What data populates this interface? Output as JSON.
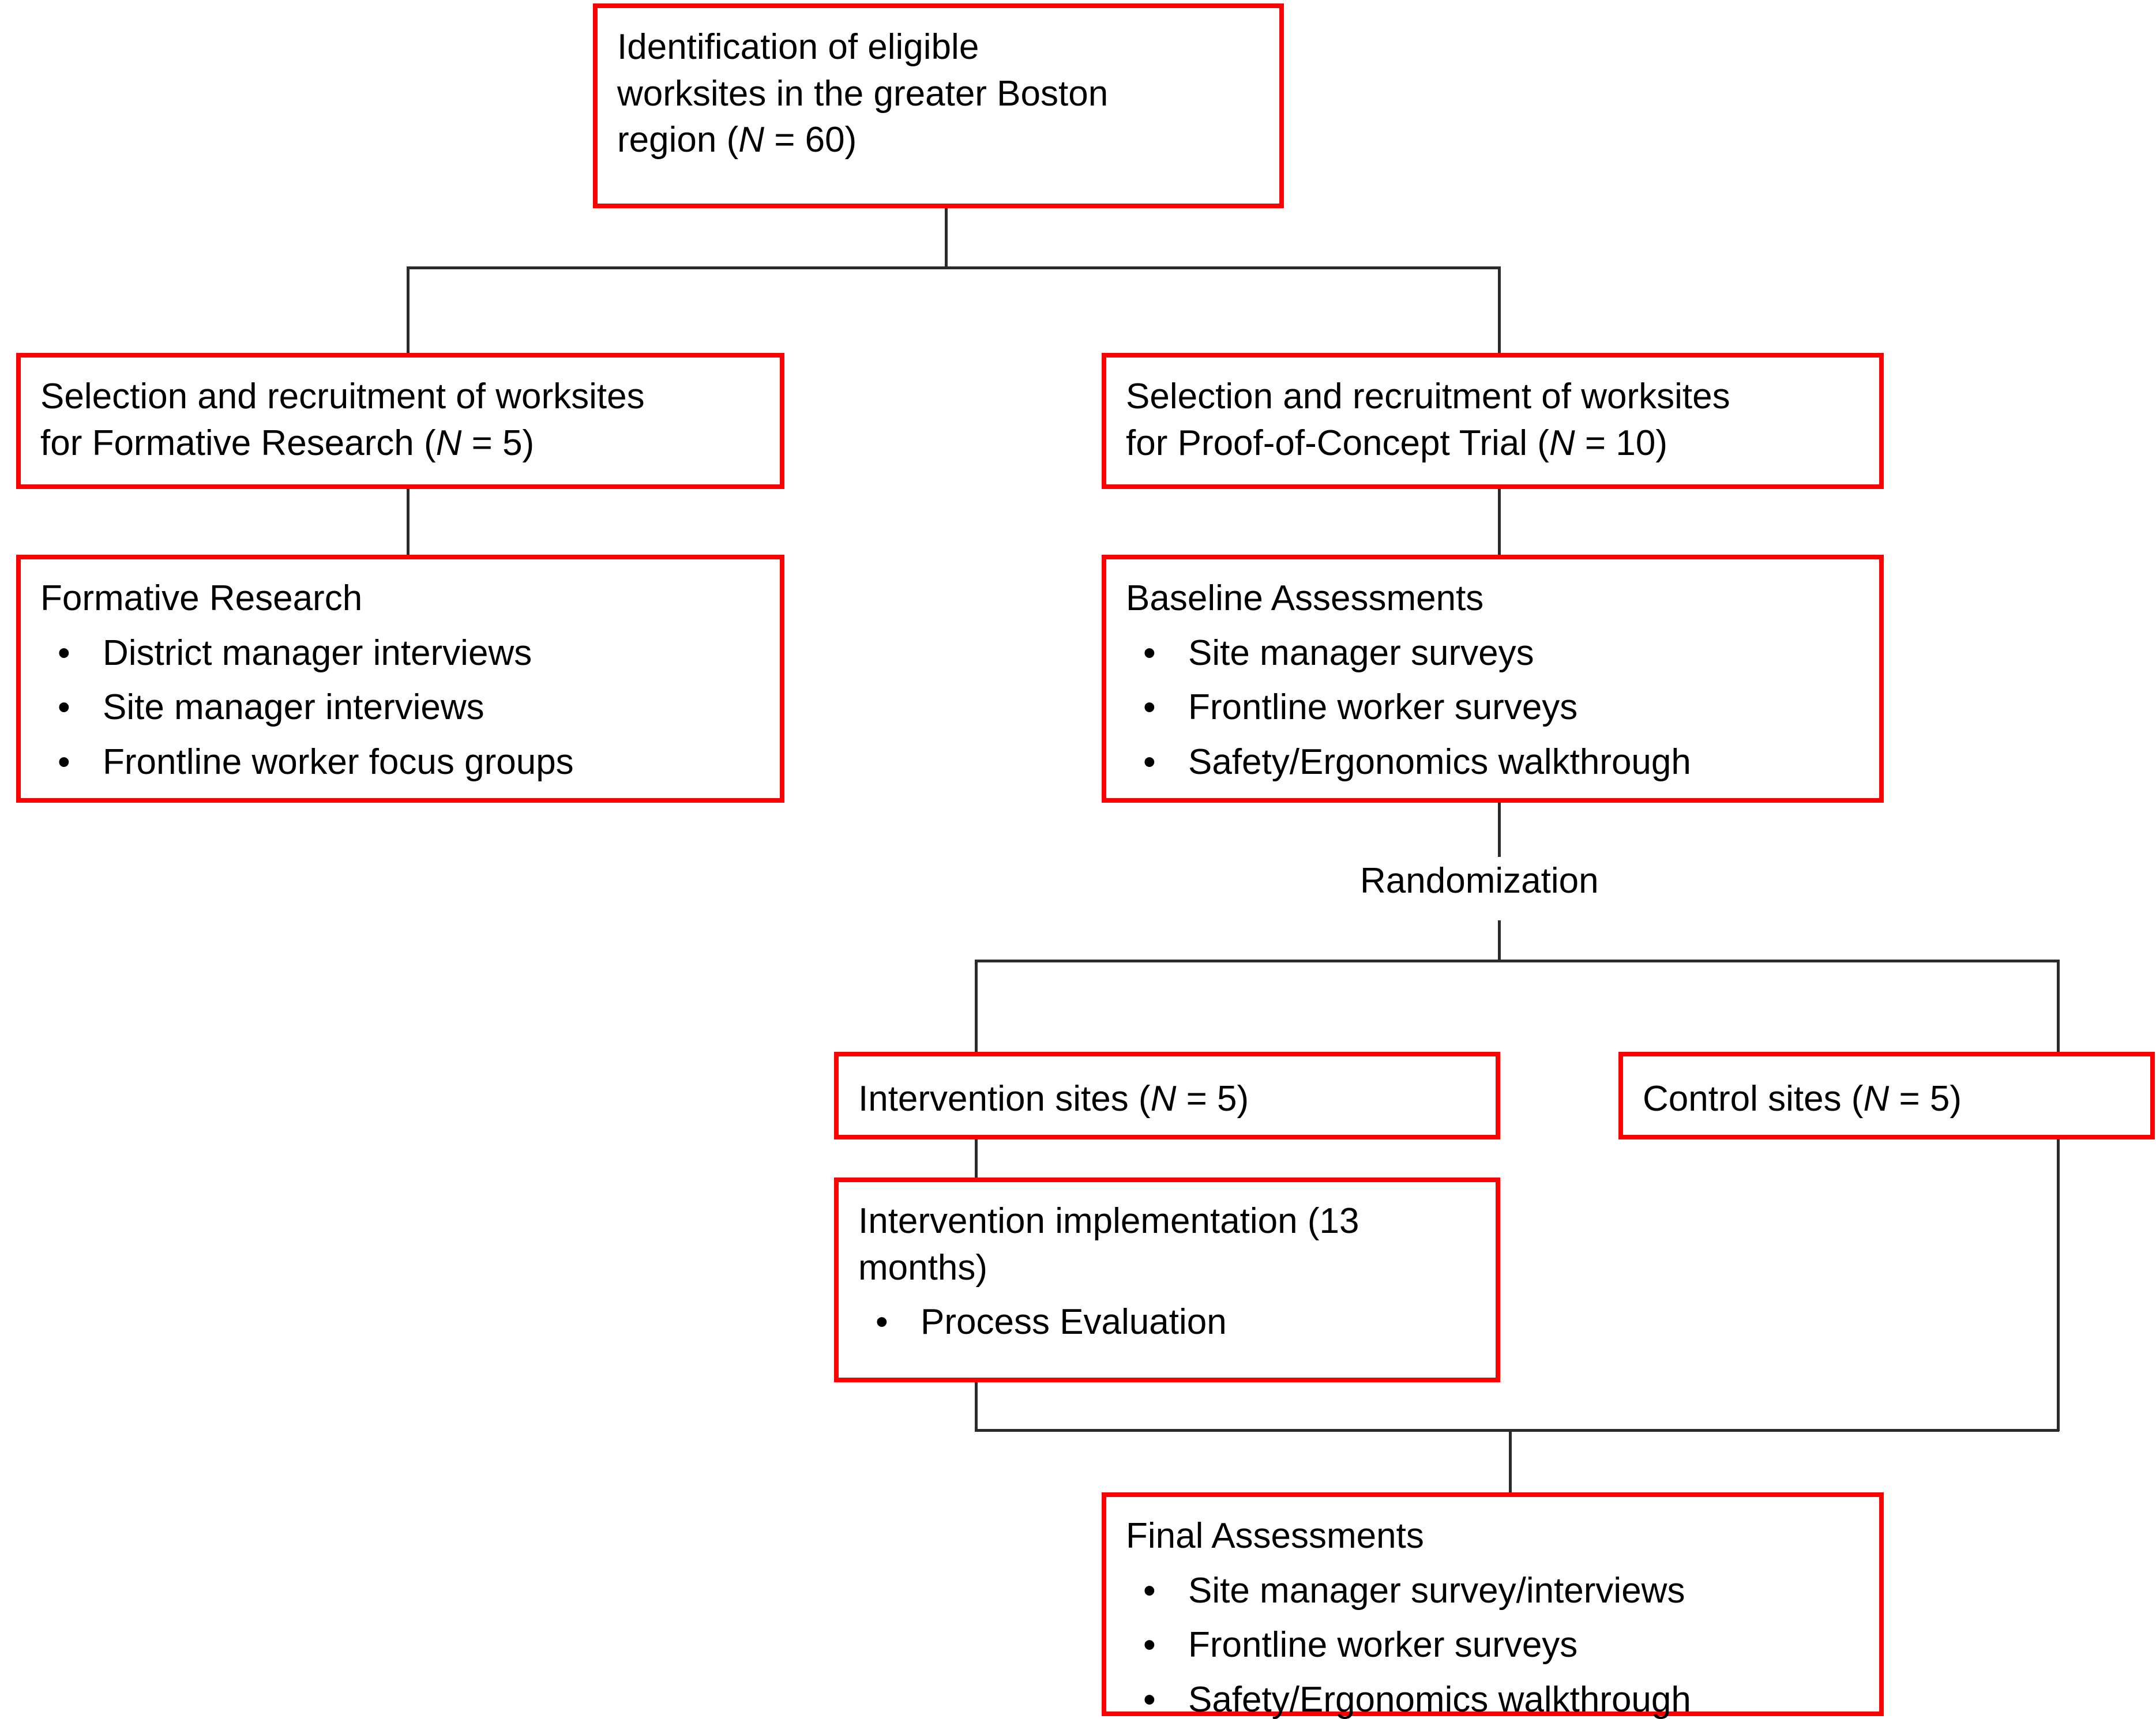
{
  "diagram": {
    "title": "Study design flowchart",
    "accent_border_color": "#FF0000",
    "connector_color": "#2B2B2B",
    "background_color": "#FFFFFF",
    "bullet_glyph": "•"
  },
  "nodes": {
    "identification": {
      "text": "Identification of eligible\nworksites in the greater Boston\nregion (N = 60)",
      "line1": "Identification of eligible",
      "line2": "worksites in the greater Boston",
      "line3_pre": "region (",
      "line3_italic": "N",
      "line3_post": " = 60)"
    },
    "selection_formative": {
      "line1": "Selection and recruitment of worksites",
      "line2_pre": "for Formative Research (",
      "line2_italic": "N",
      "line2_post": " = 5)"
    },
    "selection_poc": {
      "line1": "Selection and recruitment of worksites",
      "line2_pre": "for Proof-of-Concept Trial (",
      "line2_italic": "N",
      "line2_post": " = 10)"
    },
    "formative_research": {
      "heading": "Formative Research",
      "bullets": [
        "District manager interviews",
        "Site manager interviews",
        "Frontline worker focus groups"
      ]
    },
    "baseline_assessments": {
      "heading": "Baseline Assessments",
      "bullets": [
        "Site manager surveys",
        "Frontline worker surveys",
        "Safety/Ergonomics walkthrough"
      ]
    },
    "randomization": {
      "label": "Randomization"
    },
    "intervention_sites": {
      "pre": "Intervention sites (",
      "italic": "N",
      "post": " = 5)"
    },
    "control_sites": {
      "pre": "Control sites (",
      "italic": "N",
      "post": " = 5)"
    },
    "intervention_implementation": {
      "line1": "Intervention implementation (13",
      "line2": "months)",
      "bullets": [
        "Process Evaluation"
      ]
    },
    "final_assessments": {
      "heading": "Final Assessments",
      "bullets": [
        "Site manager survey/interviews",
        "Frontline worker surveys",
        "Safety/Ergonomics walkthrough"
      ]
    }
  }
}
